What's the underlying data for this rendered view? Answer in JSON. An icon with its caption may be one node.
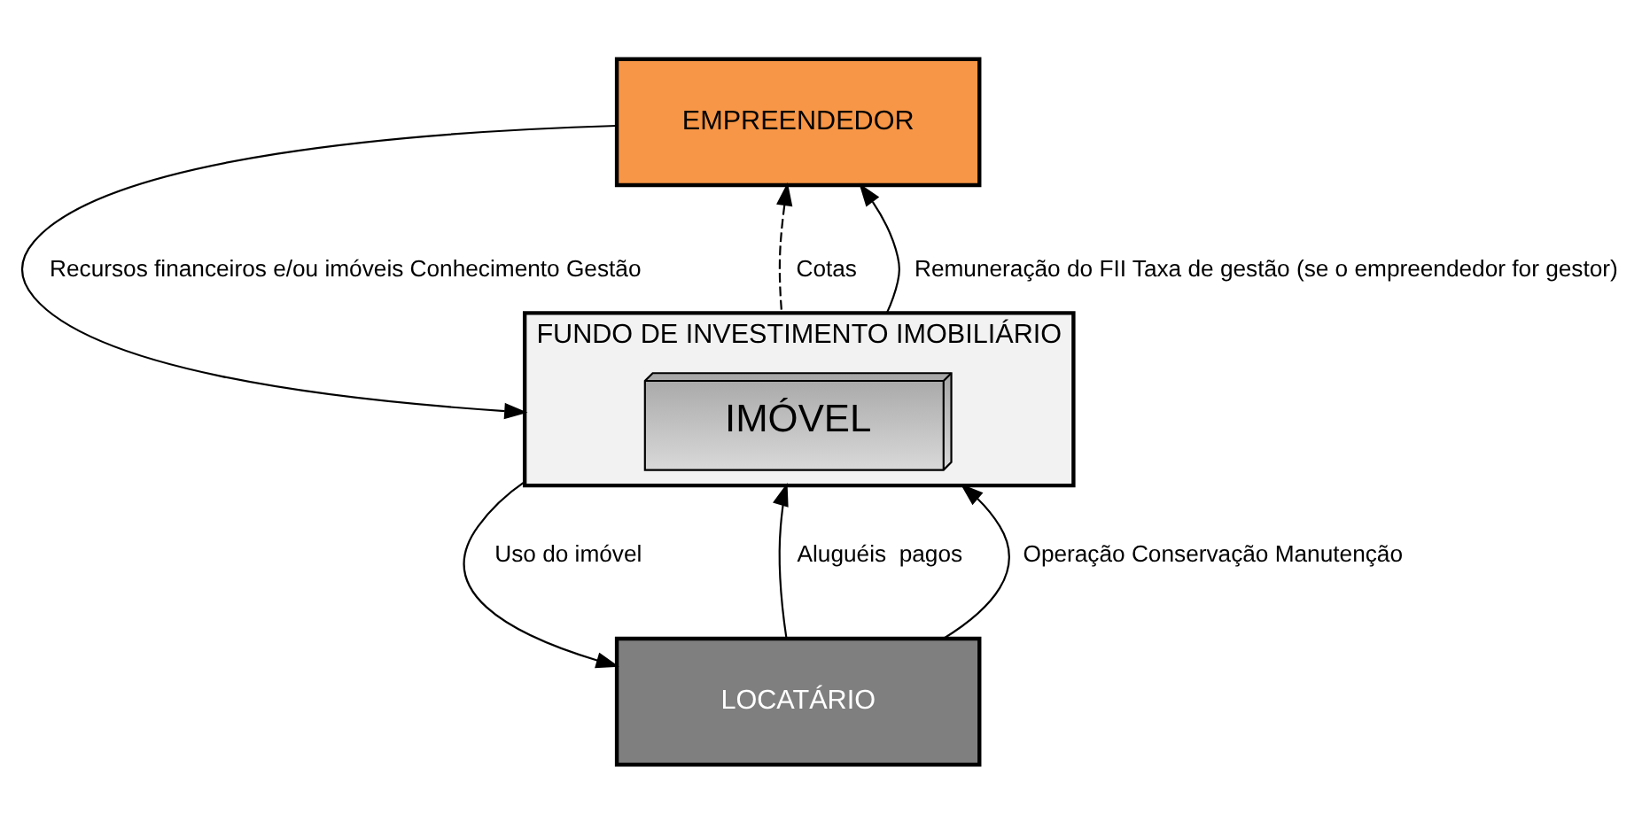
{
  "diagram": {
    "nodes": [
      {
        "text": [
          "EMPREENDEDOR"
        ]
      },
      {
        "text": [
          "FUNDO DE INVESTIMENTO IMOBILIÁRIO"
        ]
      },
      {
        "text": [
          "IMÓVEL"
        ],
        "in": 1
      },
      {
        "text": [
          "LOCATÁRIO"
        ]
      }
    ],
    "edges": [
      {
        "from": 0,
        "to": 1,
        "arrow": "to",
        "label": "Recursos financeiros e/ou imóveis Conhecimento Gestão"
      },
      {
        "from": 1,
        "to": 0,
        "arrow": "to",
        "style": "dashed",
        "label": "Cotas"
      },
      {
        "from": 1,
        "to": 0,
        "arrow": "to",
        "label": "Remuneração do FII Taxa de gestão (se o empreendedor for gestor)"
      },
      {
        "from": 1,
        "to": 3,
        "arrow": "to",
        "label": "Uso do imóvel"
      },
      {
        "from": 3,
        "to": 1,
        "arrow": "to",
        "label": "Aluguéis  pagos"
      },
      {
        "from": 3,
        "to": 1,
        "arrow": "to",
        "label": "Operação Conservação Manutenção"
      }
    ]
  }
}
